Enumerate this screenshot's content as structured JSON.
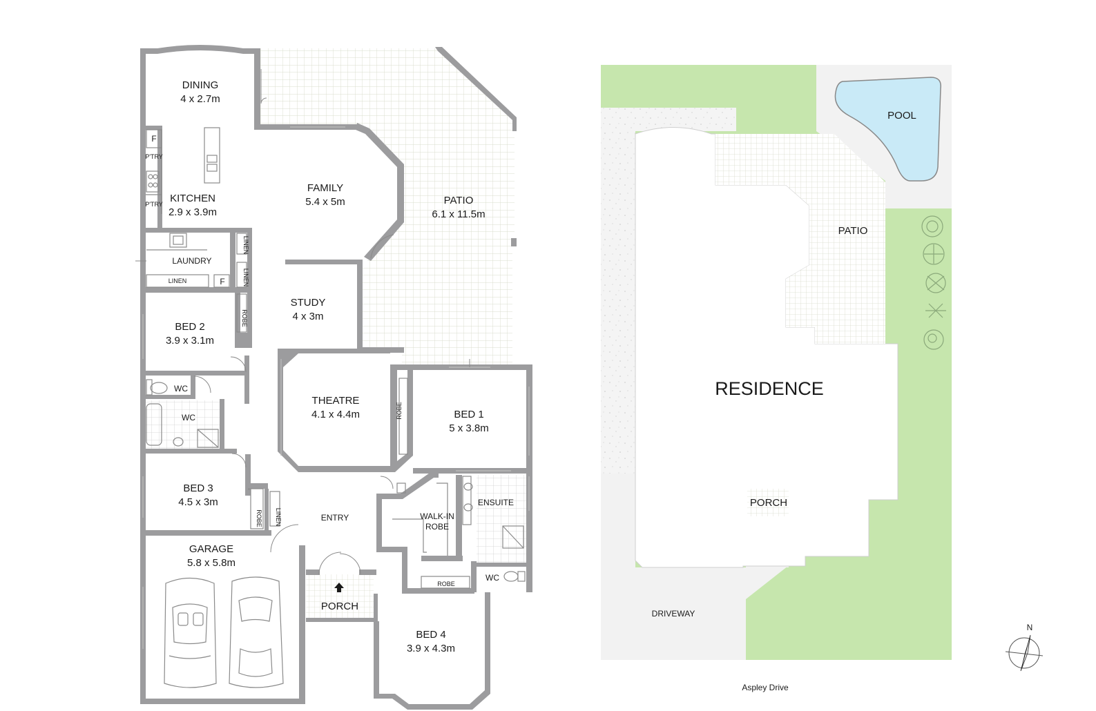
{
  "floor_plan": {
    "rooms": [
      {
        "id": "dining",
        "name": "DINING",
        "dims": "4 x 2.7m"
      },
      {
        "id": "kitchen",
        "name": "KITCHEN",
        "dims": "2.9 x 3.9m"
      },
      {
        "id": "family",
        "name": "FAMILY",
        "dims": "5.4 x 5m"
      },
      {
        "id": "patio",
        "name": "PATIO",
        "dims": "6.1 x 11.5m"
      },
      {
        "id": "study",
        "name": "STUDY",
        "dims": "4 x 3m"
      },
      {
        "id": "bed2",
        "name": "BED 2",
        "dims": "3.9 x 3.1m"
      },
      {
        "id": "theatre",
        "name": "THEATRE",
        "dims": "4.1 x 4.4m"
      },
      {
        "id": "bed1",
        "name": "BED 1",
        "dims": "5 x 3.8m"
      },
      {
        "id": "bed3",
        "name": "BED 3",
        "dims": "4.5 x 3m"
      },
      {
        "id": "garage",
        "name": "GARAGE",
        "dims": "5.8 x 5.8m"
      },
      {
        "id": "bed4",
        "name": "BED 4",
        "dims": "3.9 x 4.3m"
      }
    ],
    "labels": {
      "laundry": "LAUNDRY",
      "wc1": "WC",
      "wc2": "WC",
      "wc3": "WC",
      "entry": "ENTRY",
      "walkin_1": "WALK-IN",
      "walkin_2": "ROBE",
      "ensuite": "ENSUITE",
      "porch": "PORCH",
      "fridge1": "F",
      "fridge2": "F",
      "pantry1": "P'TRY",
      "pantry2": "P'TRY",
      "linen1": "LINEN",
      "linen2": "LINEN",
      "linen3": "LINEN",
      "linen4": "LINEN",
      "robe_bed2": "ROBE",
      "robe_bed3": "ROBE",
      "robe_bed1": "ROBE",
      "robe_bed4": "ROBE"
    }
  },
  "site_plan": {
    "residence": "RESIDENCE",
    "pool": "POOL",
    "patio": "PATIO",
    "porch": "PORCH",
    "driveway": "DRIVEWAY",
    "street": "Aspley Drive",
    "north": "N"
  },
  "colors": {
    "wall": "#9c9c9e",
    "grass": "#c6e6ad",
    "pool": "#c9eaf7",
    "paving": "#f2f2f2",
    "tile_line": "#d9dccd"
  }
}
